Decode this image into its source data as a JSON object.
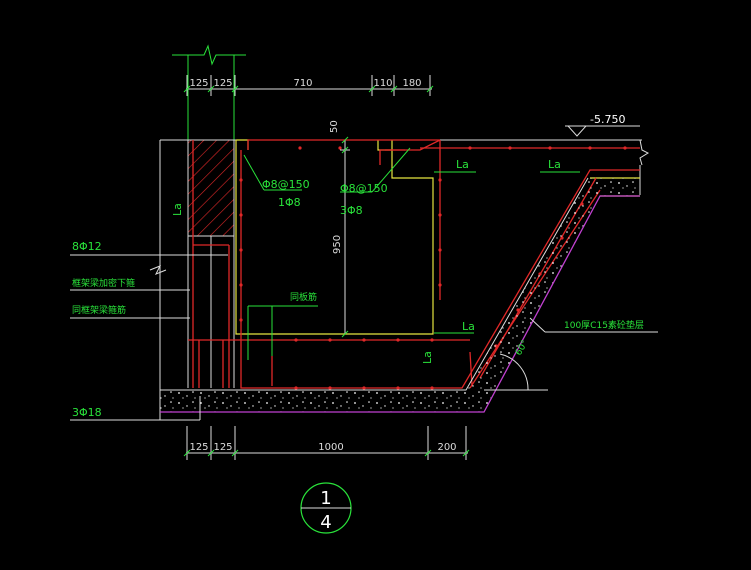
{
  "colors": {
    "background": "#000000",
    "rebar_red": "#e02828",
    "concrete_yellow": "#e6e640",
    "annotation_green": "#29e23a",
    "dimension_white": "#dcdcdc",
    "cushion_magenta": "#c040d0"
  },
  "dims_top": [
    "125",
    "125",
    "710",
    "110",
    "180"
  ],
  "dims_bottom": [
    "125",
    "125",
    "1000",
    "200"
  ],
  "dims_vertical": [
    "50",
    "950"
  ],
  "elevation": "-5.750",
  "lap_labels": [
    "La",
    "La",
    "La",
    "La",
    "La"
  ],
  "rebar_left_spec": "Φ8@150",
  "rebar_left_sub": "1Φ8",
  "rebar_mid_spec": "Φ8@150",
  "rebar_mid_sub": "3Φ8",
  "note_8phi12": "8Φ12",
  "note_col_stirrup": "框架梁加密下箍",
  "note_col_main": "同框架梁箍筋",
  "note_3phi18": "3Φ18",
  "note_dist_bar": "同板筋",
  "note_cushion": "100厚C15素砼垫层",
  "angle_label": "60°",
  "section_top": "1",
  "section_bottom": "4"
}
